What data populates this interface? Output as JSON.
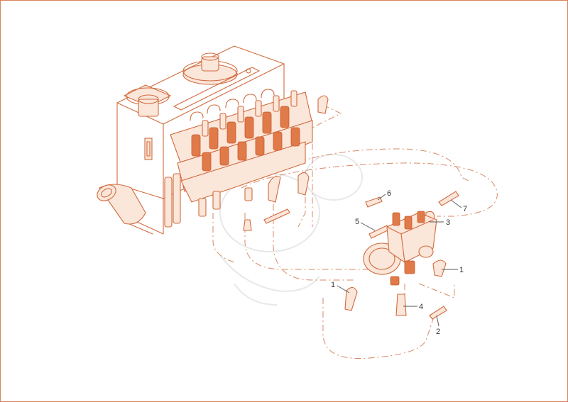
{
  "diagram": {
    "accent_color": "#d16a3c",
    "callouts": [
      {
        "id": "c1a",
        "text": "1"
      },
      {
        "id": "c1b",
        "text": "1"
      },
      {
        "id": "c2",
        "text": "2"
      },
      {
        "id": "c3",
        "text": "3"
      },
      {
        "id": "c4",
        "text": "4"
      },
      {
        "id": "c5",
        "text": "5"
      },
      {
        "id": "c6",
        "text": "6"
      },
      {
        "id": "c7",
        "text": "7"
      }
    ]
  }
}
